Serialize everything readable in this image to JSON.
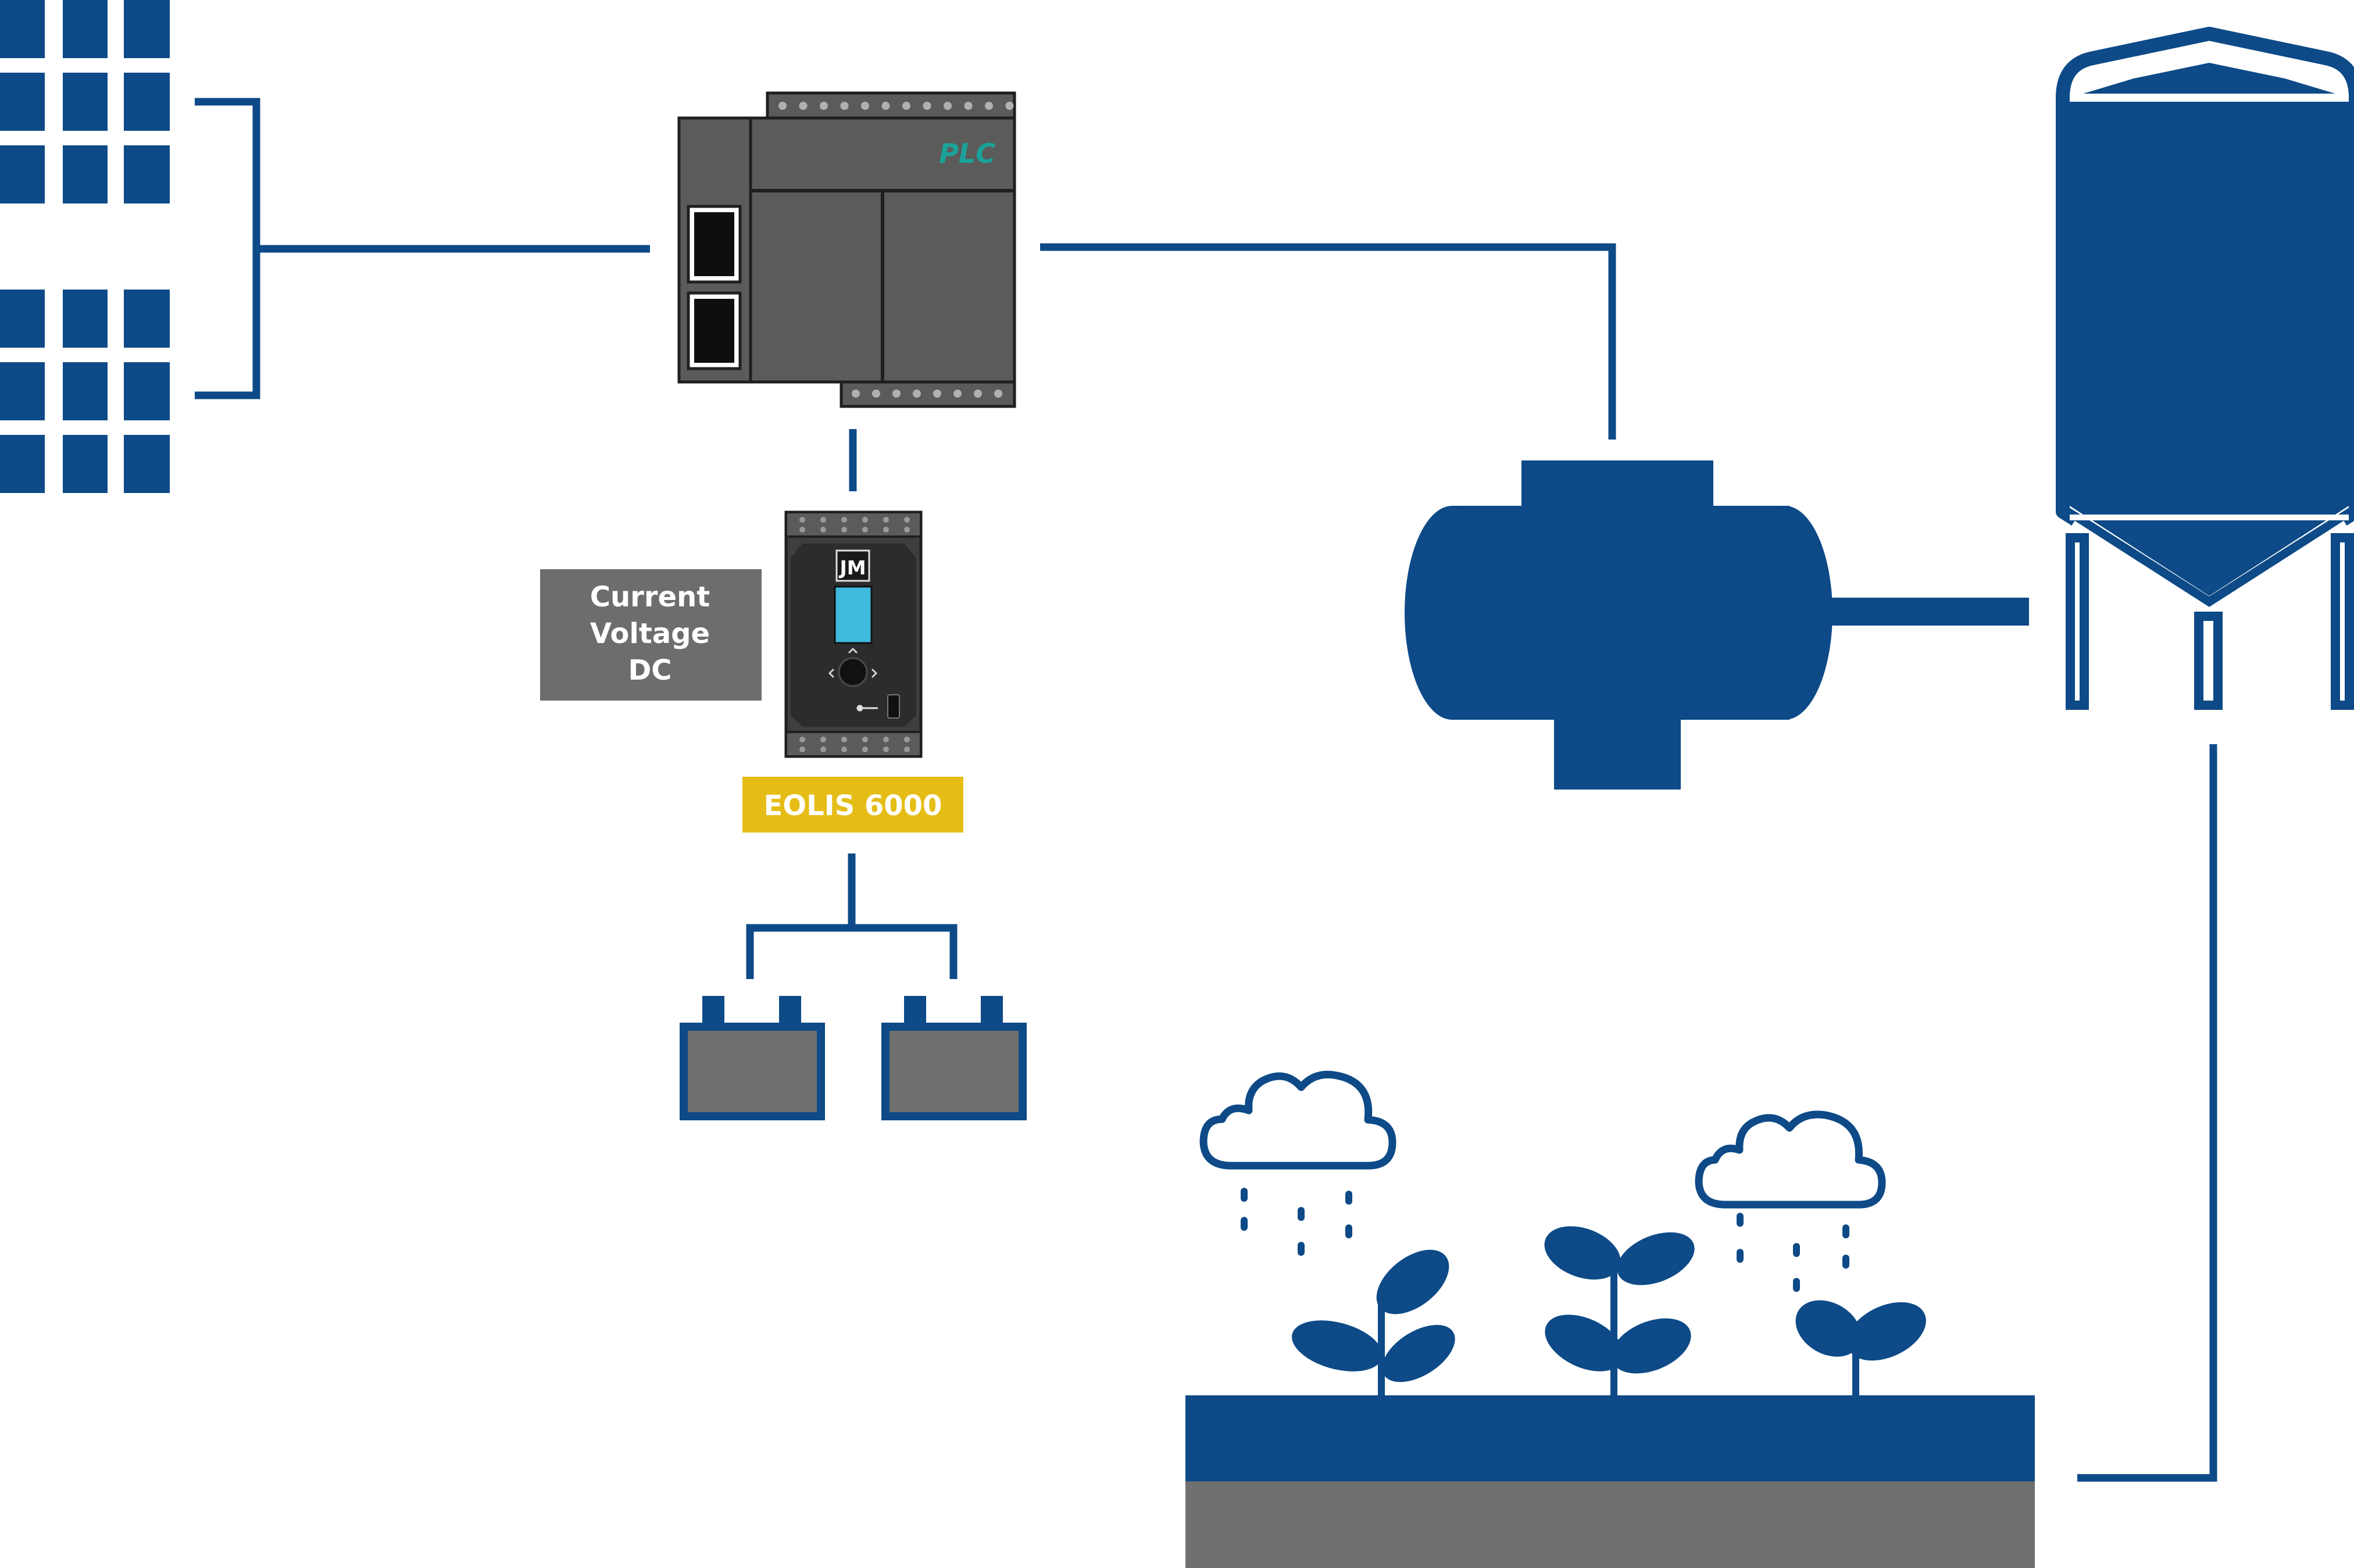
{
  "colors": {
    "blue": "#0d4a87",
    "device_dark": "#5b5b5a",
    "device_black": "#1f1f1f",
    "gray_label": "#6e6d6d",
    "yellow_label": "#e5bd16",
    "screen_cyan": "#3fb9de",
    "plc_text": "#1aa39a",
    "soil_gray": "#706f6f"
  },
  "plc": {
    "label": "PLC"
  },
  "module": {
    "logo": "JM"
  },
  "measurement_label": {
    "lines": [
      "Current",
      "Voltage",
      "DC"
    ]
  },
  "product_label": "EOLIS 6000",
  "icons": [
    "solar-panel-icon",
    "plc-icon",
    "eolis-6000-device-icon",
    "battery-icon",
    "pump-icon",
    "silo-tank-icon",
    "rain-cloud-icon",
    "plant-sprout-icon",
    "soil-field-icon"
  ]
}
